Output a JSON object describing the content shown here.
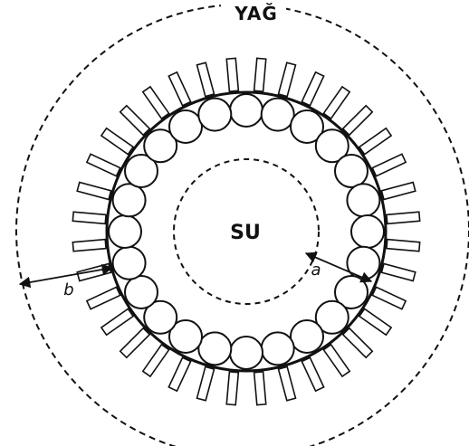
{
  "diagram": {
    "labels": {
      "outer": "YAĞ",
      "core": "SU",
      "radius_a": "a",
      "radius_b": "b"
    },
    "colors": {
      "ink": "#111111",
      "background": "#ffffff"
    },
    "counts": {
      "spheres": 24,
      "tails": 36
    },
    "line_styles": {
      "outer_boundary": "dashed",
      "core_boundary": "dashed",
      "shell": "solid"
    }
  }
}
